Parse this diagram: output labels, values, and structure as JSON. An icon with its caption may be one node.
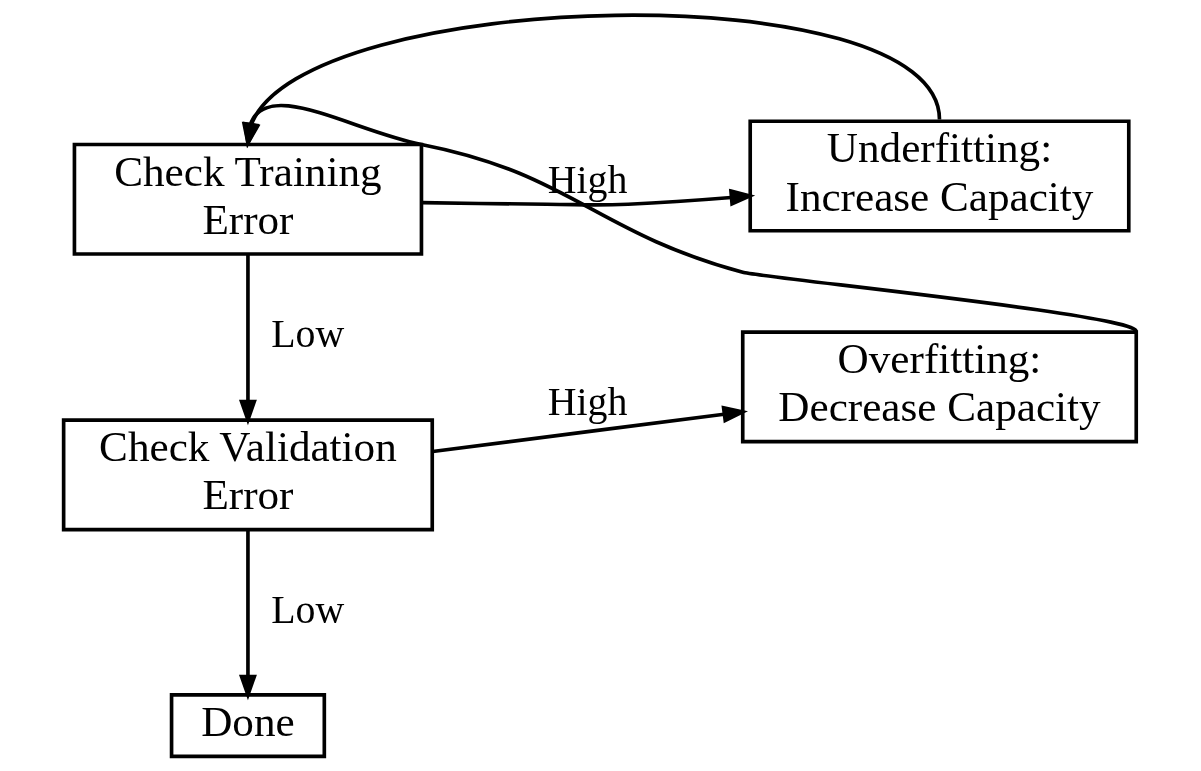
{
  "diagram": {
    "nodes": [
      {
        "text": [
          "Check Training Error"
        ]
      },
      {
        "text": [
          "Underfitting: Increase Capacity"
        ]
      },
      {
        "text": [
          "Check Validation Error"
        ]
      },
      {
        "text": [
          "Overfitting: Decrease Capacity"
        ]
      },
      {
        "text": [
          "Done"
        ]
      }
    ],
    "edges": [
      {
        "from": 0,
        "to": 1,
        "label": "High",
        "arrow": "to"
      },
      {
        "from": 0,
        "to": 2,
        "label": "Low",
        "arrow": "to"
      },
      {
        "from": 2,
        "to": 3,
        "label": "High",
        "arrow": "to"
      },
      {
        "from": 2,
        "to": 4,
        "label": "Low",
        "arrow": "to"
      },
      {
        "from": 1,
        "to": 0,
        "arrow": "to"
      },
      {
        "from": 3,
        "to": 0,
        "arrow": "to"
      }
    ]
  }
}
